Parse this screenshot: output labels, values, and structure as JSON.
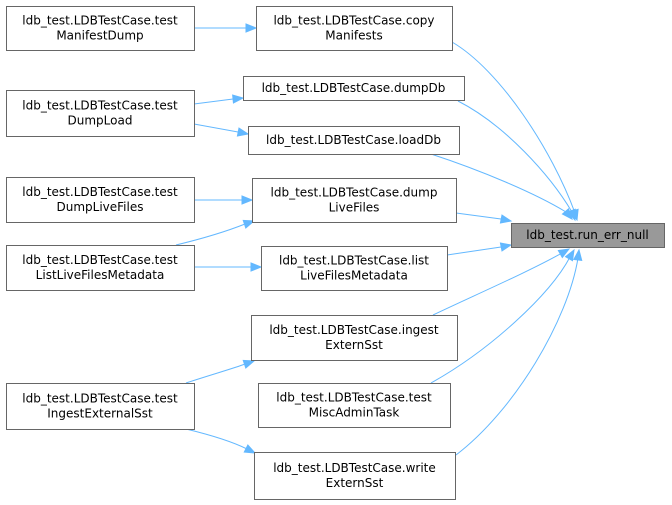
{
  "colors": {
    "edge": "#63b8ff",
    "node_border": "#666666",
    "focus_fill": "#999999",
    "node_fill": "#ffffff"
  },
  "nodes": {
    "target": {
      "lines": [
        "ldb_test.run_err_null"
      ]
    },
    "copy_manifests": {
      "lines": [
        "ldb_test.LDBTestCase.copy",
        "Manifests"
      ]
    },
    "dump_db": {
      "lines": [
        "ldb_test.LDBTestCase.dumpDb"
      ]
    },
    "load_db": {
      "lines": [
        "ldb_test.LDBTestCase.loadDb"
      ]
    },
    "dump_live_files": {
      "lines": [
        "ldb_test.LDBTestCase.dump",
        "LiveFiles"
      ]
    },
    "list_live_files_metadata": {
      "lines": [
        "ldb_test.LDBTestCase.list",
        "LiveFilesMetadata"
      ]
    },
    "ingest_extern_sst": {
      "lines": [
        "ldb_test.LDBTestCase.ingest",
        "ExternSst"
      ]
    },
    "test_misc_admin_task": {
      "lines": [
        "ldb_test.LDBTestCase.test",
        "MiscAdminTask"
      ]
    },
    "write_extern_sst": {
      "lines": [
        "ldb_test.LDBTestCase.write",
        "ExternSst"
      ]
    },
    "test_manifest_dump": {
      "lines": [
        "ldb_test.LDBTestCase.test",
        "ManifestDump"
      ]
    },
    "test_dump_load": {
      "lines": [
        "ldb_test.LDBTestCase.test",
        "DumpLoad"
      ]
    },
    "test_dump_live_files": {
      "lines": [
        "ldb_test.LDBTestCase.test",
        "DumpLiveFiles"
      ]
    },
    "test_list_live_files_metadata": {
      "lines": [
        "ldb_test.LDBTestCase.test",
        "ListLiveFilesMetadata"
      ]
    },
    "test_ingest_external_sst": {
      "lines": [
        "ldb_test.LDBTestCase.test",
        "IngestExternalSst"
      ]
    }
  }
}
